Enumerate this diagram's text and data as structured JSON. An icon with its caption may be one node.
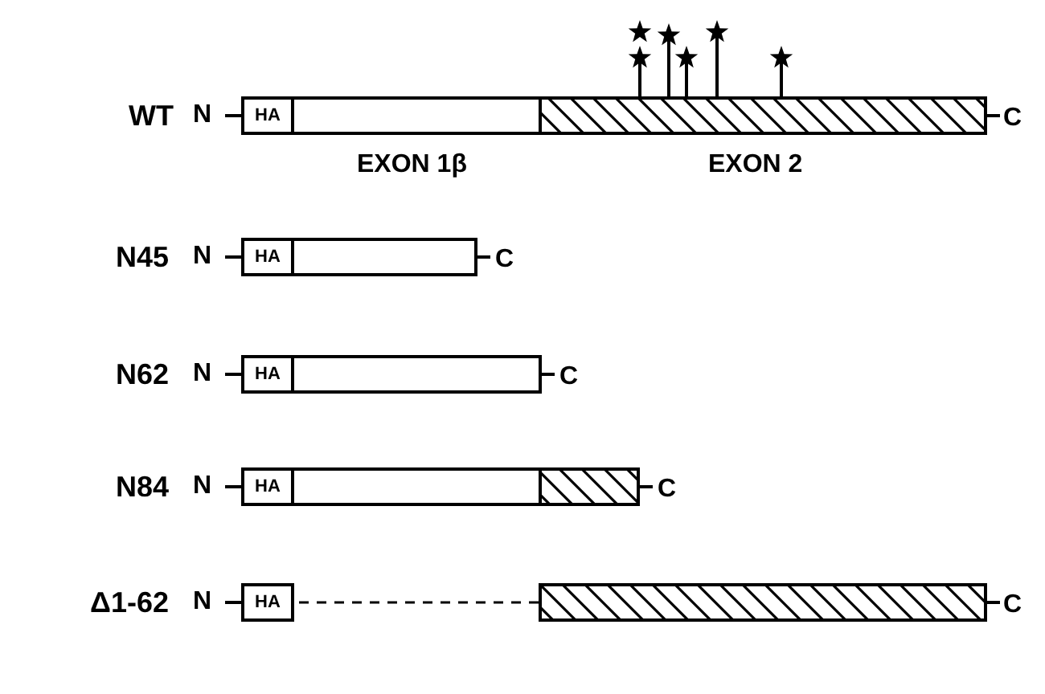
{
  "diagram": {
    "nodes": [
      {
        "text": [
          "HA"
        ],
        "beside": [
          "N"
        ]
      },
      {
        "text": [
          "HA"
        ],
        "beside": [
          "N"
        ]
      },
      {
        "text": [
          "HA"
        ],
        "beside": [
          "N"
        ]
      },
      {
        "text": [
          "HA"
        ],
        "beside": [
          "N"
        ]
      },
      {
        "text": [
          "HA"
        ],
        "beside": [
          "N"
        ]
      }
    ],
    "labels": [
      "WT",
      "C",
      "EXON 1β",
      "EXON 2",
      "N45",
      "C",
      "N62",
      "C",
      "N84",
      "C",
      "Δ1-62",
      "C"
    ]
  }
}
